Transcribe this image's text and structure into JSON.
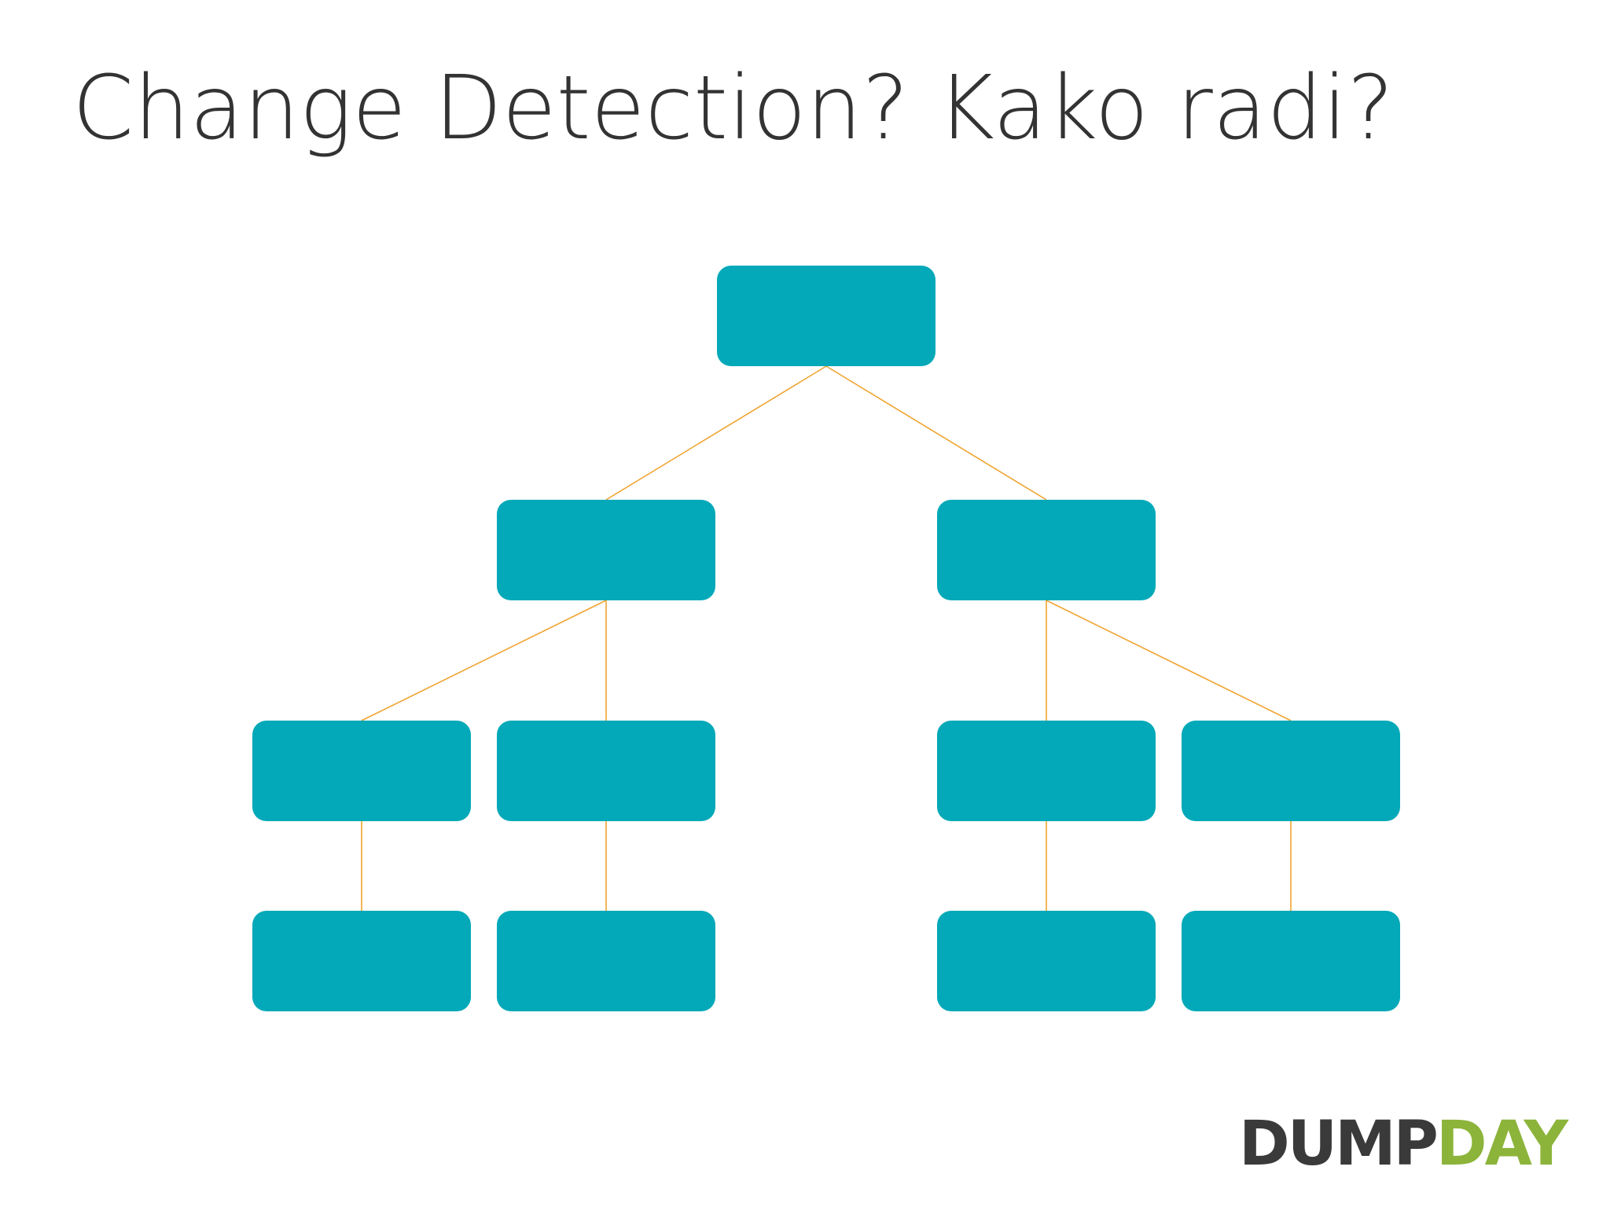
{
  "slide": {
    "title": "Change Detection? Kako radi?"
  },
  "colors": {
    "node_fill": "#03a9b8",
    "edge_stroke": "#f0a431",
    "title_text": "#333333",
    "logo_dark": "#3a3a3a",
    "logo_green": "#8cb43a"
  },
  "diagram": {
    "type": "tree",
    "nodes": [
      {
        "id": "root",
        "label": ""
      },
      {
        "id": "l1-left",
        "label": ""
      },
      {
        "id": "l1-right",
        "label": ""
      },
      {
        "id": "l2-a",
        "label": ""
      },
      {
        "id": "l2-b",
        "label": ""
      },
      {
        "id": "l2-c",
        "label": ""
      },
      {
        "id": "l2-d",
        "label": ""
      },
      {
        "id": "l3-a",
        "label": ""
      },
      {
        "id": "l3-b",
        "label": ""
      },
      {
        "id": "l3-c",
        "label": ""
      },
      {
        "id": "l3-d",
        "label": ""
      }
    ],
    "edges": [
      {
        "from": "root",
        "to": "l1-left"
      },
      {
        "from": "root",
        "to": "l1-right"
      },
      {
        "from": "l1-left",
        "to": "l2-a"
      },
      {
        "from": "l1-left",
        "to": "l2-b"
      },
      {
        "from": "l1-right",
        "to": "l2-c"
      },
      {
        "from": "l1-right",
        "to": "l2-d"
      },
      {
        "from": "l2-a",
        "to": "l3-a"
      },
      {
        "from": "l2-b",
        "to": "l3-b"
      },
      {
        "from": "l2-c",
        "to": "l3-c"
      },
      {
        "from": "l2-d",
        "to": "l3-d"
      }
    ]
  },
  "logo": {
    "part_a": "DUMP",
    "part_b": "DAY"
  }
}
